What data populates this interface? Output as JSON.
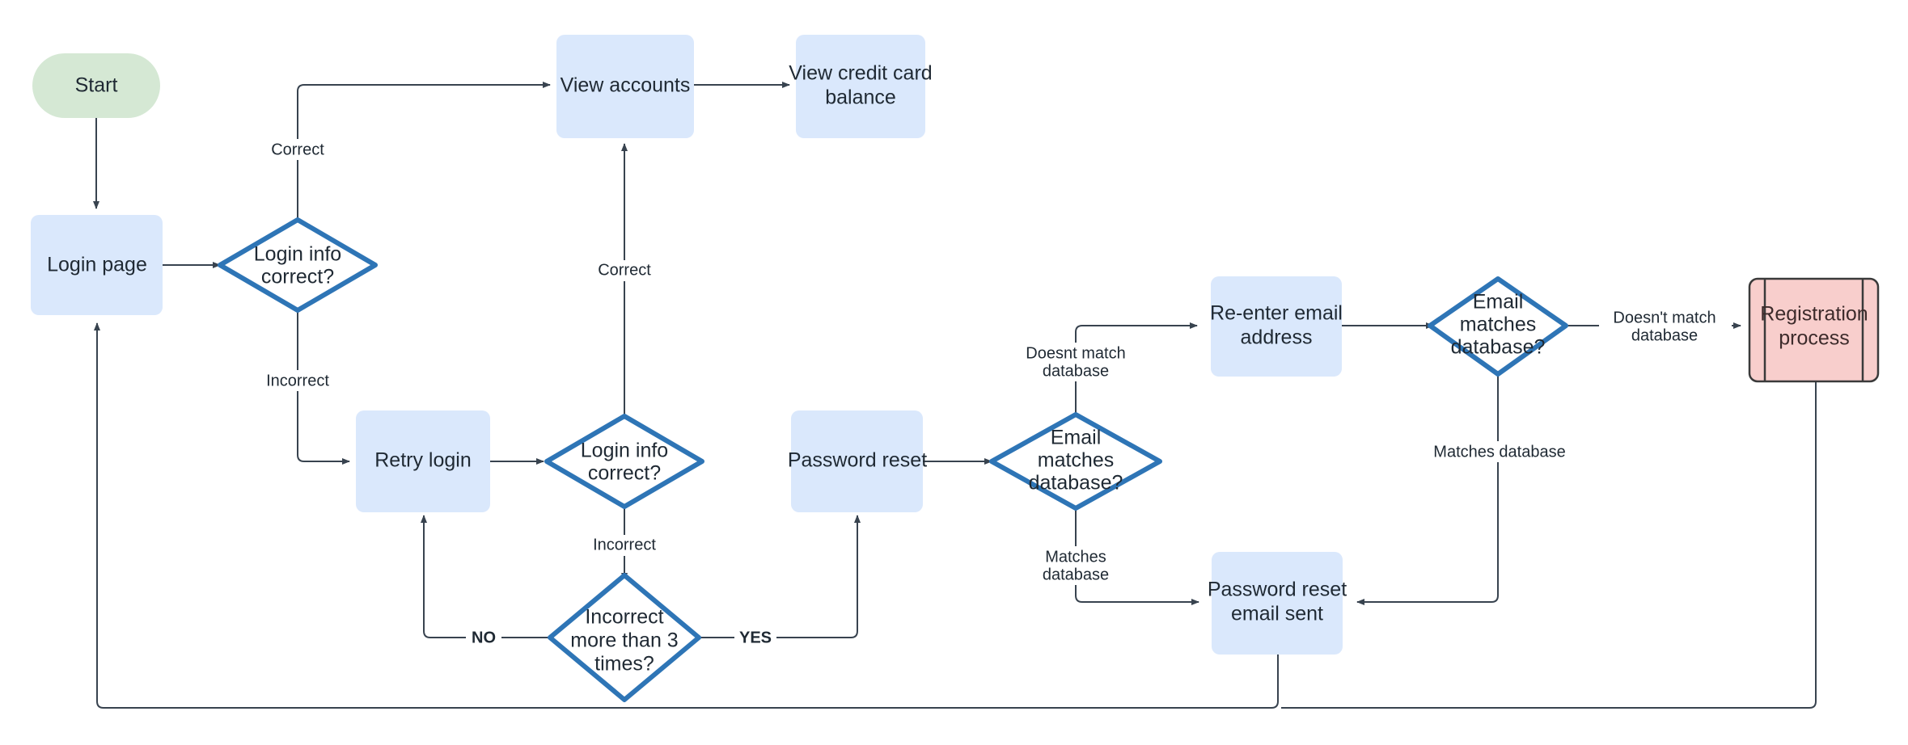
{
  "diagram": {
    "title": "Login and password reset flowchart",
    "colors": {
      "process_fill": "#dae8fc",
      "start_fill": "#d5e8d4",
      "decision_stroke": "#2e75b6",
      "predefined_fill": "#f8cecc",
      "predefined_stroke": "#3a3a3a",
      "edge_stroke": "#38434f",
      "text": "#1f2933"
    },
    "nodes": [
      {
        "id": "start",
        "label": "Start",
        "shape": "terminator"
      },
      {
        "id": "login_page",
        "label": "Login page",
        "shape": "process"
      },
      {
        "id": "login_info_correct_1",
        "label": "Login info\ncorrect?",
        "shape": "decision"
      },
      {
        "id": "view_accounts",
        "label": "View accounts",
        "shape": "process"
      },
      {
        "id": "view_credit_card_balance",
        "label": "View credit card\nbalance",
        "shape": "process"
      },
      {
        "id": "retry_login",
        "label": "Retry login",
        "shape": "process"
      },
      {
        "id": "login_info_correct_2",
        "label": "Login info\ncorrect?",
        "shape": "decision"
      },
      {
        "id": "incorrect_more_than_3",
        "label": "Incorrect\nmore than 3\ntimes?",
        "shape": "decision"
      },
      {
        "id": "password_reset",
        "label": "Password reset",
        "shape": "process"
      },
      {
        "id": "email_matches_db_1",
        "label": "Email\nmatches\ndatabase?",
        "shape": "decision"
      },
      {
        "id": "reenter_email",
        "label": "Re-enter email\naddress",
        "shape": "process"
      },
      {
        "id": "email_matches_db_2",
        "label": "Email\nmatches\ndatabase?",
        "shape": "decision"
      },
      {
        "id": "registration_process",
        "label": "Registration\nprocess",
        "shape": "predefined-process"
      },
      {
        "id": "password_reset_email_sent",
        "label": "Password reset\nemail sent",
        "shape": "process"
      }
    ],
    "node_text": {
      "start": "Start",
      "login_page": "Login page",
      "login_info_correct_1_line1": "Login info",
      "login_info_correct_1_line2": "correct?",
      "view_accounts": "View accounts",
      "view_credit_card_balance_line1": "View credit card",
      "view_credit_card_balance_line2": "balance",
      "retry_login": "Retry login",
      "login_info_correct_2_line1": "Login info",
      "login_info_correct_2_line2": "correct?",
      "incorrect_more_than_3_line1": "Incorrect",
      "incorrect_more_than_3_line2": "more than 3",
      "incorrect_more_than_3_line3": "times?",
      "password_reset": "Password reset",
      "email_matches_db_1_line1": "Email",
      "email_matches_db_1_line2": "matches",
      "email_matches_db_1_line3": "database?",
      "reenter_email_line1": "Re-enter email",
      "reenter_email_line2": "address",
      "email_matches_db_2_line1": "Email",
      "email_matches_db_2_line2": "matches",
      "email_matches_db_2_line3": "database?",
      "registration_process_line1": "Registration",
      "registration_process_line2": "process",
      "password_reset_email_sent_line1": "Password reset",
      "password_reset_email_sent_line2": "email sent"
    },
    "edge_labels": {
      "correct_from_decision1": "Correct",
      "incorrect_from_decision1": "Incorrect",
      "correct_from_decision2": "Correct",
      "incorrect_from_decision2": "Incorrect",
      "no_from_attempts": "NO",
      "yes_from_attempts": "YES",
      "doesnt_match_db_1_line1": "Doesnt match",
      "doesnt_match_db_1_line2": "database",
      "matches_db_1_line1": "Matches",
      "matches_db_1_line2": "database",
      "doesnt_match_db_2_line1": "Doesn't match",
      "doesnt_match_db_2_line2": "database",
      "matches_db_2": "Matches database"
    },
    "edges": [
      {
        "from": "start",
        "to": "login_page",
        "label": ""
      },
      {
        "from": "login_page",
        "to": "login_info_correct_1",
        "label": ""
      },
      {
        "from": "login_info_correct_1",
        "to": "view_accounts",
        "label": "Correct"
      },
      {
        "from": "login_info_correct_1",
        "to": "retry_login",
        "label": "Incorrect"
      },
      {
        "from": "view_accounts",
        "to": "view_credit_card_balance",
        "label": ""
      },
      {
        "from": "retry_login",
        "to": "login_info_correct_2",
        "label": ""
      },
      {
        "from": "login_info_correct_2",
        "to": "view_accounts",
        "label": "Correct"
      },
      {
        "from": "login_info_correct_2",
        "to": "incorrect_more_than_3",
        "label": "Incorrect"
      },
      {
        "from": "incorrect_more_than_3",
        "to": "retry_login",
        "label": "NO"
      },
      {
        "from": "incorrect_more_than_3",
        "to": "password_reset",
        "label": "YES"
      },
      {
        "from": "password_reset",
        "to": "email_matches_db_1",
        "label": ""
      },
      {
        "from": "email_matches_db_1",
        "to": "reenter_email",
        "label": "Doesnt match database"
      },
      {
        "from": "email_matches_db_1",
        "to": "password_reset_email_sent",
        "label": "Matches database"
      },
      {
        "from": "reenter_email",
        "to": "email_matches_db_2",
        "label": ""
      },
      {
        "from": "email_matches_db_2",
        "to": "registration_process",
        "label": "Doesn't match database"
      },
      {
        "from": "email_matches_db_2",
        "to": "password_reset_email_sent",
        "label": "Matches database"
      },
      {
        "from": "password_reset_email_sent",
        "to": "login_page",
        "label": ""
      },
      {
        "from": "registration_process",
        "to": "login_page",
        "label": ""
      }
    ]
  }
}
